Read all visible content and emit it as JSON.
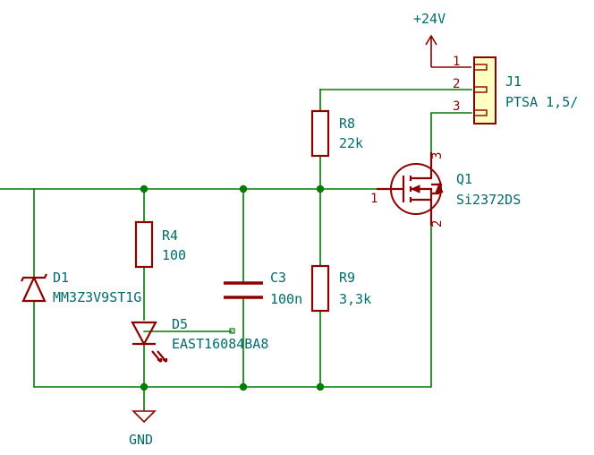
{
  "power": {
    "vcc_label": "+24V",
    "gnd_label": "GND"
  },
  "components": {
    "j1": {
      "ref": "J1",
      "value": "PTSA 1,5/",
      "pins": [
        "1",
        "2",
        "3"
      ]
    },
    "r8": {
      "ref": "R8",
      "value": "22k"
    },
    "q1": {
      "ref": "Q1",
      "value": "Si2372DS",
      "pin_gate": "1",
      "pin_drain": "3",
      "pin_source": "2"
    },
    "r4": {
      "ref": "R4",
      "value": "100"
    },
    "d1": {
      "ref": "D1",
      "value": "MM3Z3V9ST1G"
    },
    "c3": {
      "ref": "C3",
      "value": "100n"
    },
    "r9": {
      "ref": "R9",
      "value": "3,3k"
    },
    "d5": {
      "ref": "D5",
      "value": "EAST16084BA8"
    }
  },
  "colors": {
    "wire": "#007a00",
    "component": "#8b0000",
    "text": "#006b6b",
    "connector_fill": "#ffffc2"
  }
}
